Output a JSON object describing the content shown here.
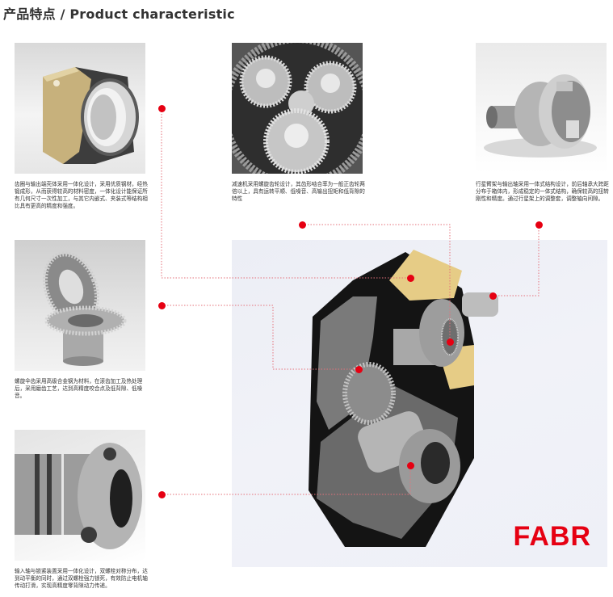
{
  "header": {
    "title": "产品特点 / Product characteristic"
  },
  "features": [
    {
      "id": "housing",
      "image_alt": "gearbox housing with internal ring gear",
      "text": "齿圈与输出端壳体采用一体化设计，采用优质钢材，经热锻成形，从而获得较高的材料密度，一体化设计能保证所有几何尺寸一次性加工，与其它内嵌式、夹装式等结构相比具有更高的精度和强度。"
    },
    {
      "id": "helical-gears",
      "image_alt": "planetary helical gears",
      "text": "减速机采用螺旋齿轮设计，其齿形啮合率为一般正齿轮两倍以上，具有运转平顺、低噪音、高输出扭矩和低背隙的特性"
    },
    {
      "id": "planet-carrier",
      "image_alt": "planet carrier and output shaft",
      "text": "行星臂架与输出轴采用一体式结构设计，前后轴承大跨距分布于箱体内，形成稳定的一体式结构，确保较高的扭转刚性和精度。通过行星架上的调整套，调整轴向间隙。"
    },
    {
      "id": "spiral-bevel",
      "image_alt": "spiral bevel gear pair",
      "text": "螺旋伞齿采用高级合金钢为材料，在滚齿加工及热处理后，采用磨齿工艺，达到高精度咬合点及低背隙、低噪音。"
    },
    {
      "id": "input-coupling",
      "image_alt": "input shaft clamping coupling",
      "text": "输入轴与锁紧装置采用一体化设计，双螺栓对称分布，达到动平衡的同时，通过双螺栓强力锁死，有效防止电机轴传动打滑，实现高精度零背隙动力传递。"
    }
  ],
  "main_image": {
    "image_alt": "right-angle planetary gearbox cutaway",
    "brand": "FABR"
  },
  "colors": {
    "accent": "#e60012",
    "title": "#333333",
    "text": "#333333",
    "dotted_line": "#e5707a"
  }
}
